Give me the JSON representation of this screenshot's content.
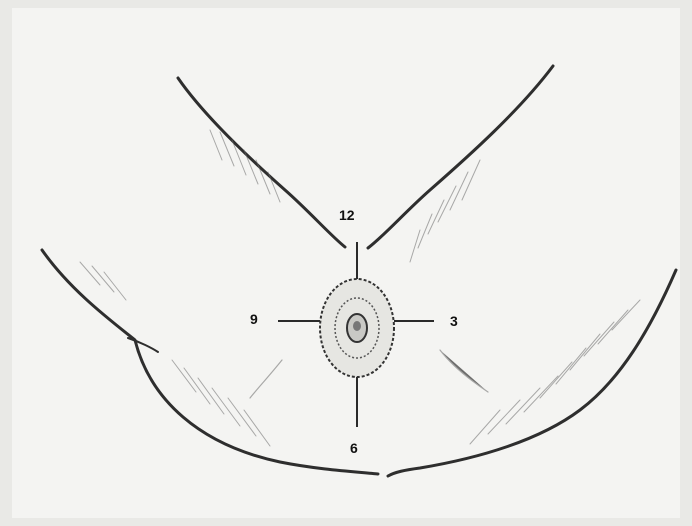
{
  "figure": {
    "clock_labels": {
      "top": "12",
      "right": "3",
      "bottom": "6",
      "left": "9"
    },
    "colors": {
      "paper": "#f4f4f2",
      "ink": "#2e2e2e"
    }
  }
}
